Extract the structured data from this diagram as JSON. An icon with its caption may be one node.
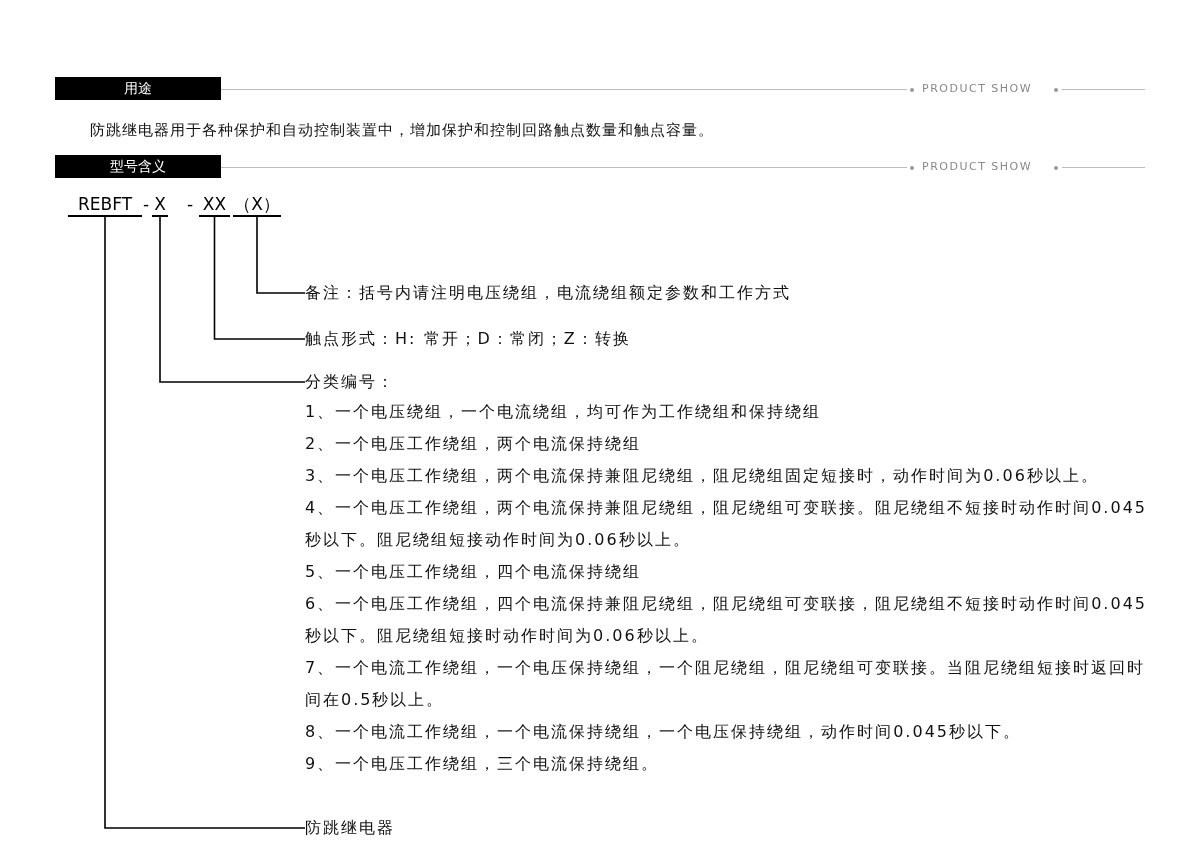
{
  "diagram": {
    "nodes": [
      {
        "text": [
          "用途"
        ]
      },
      {
        "text": [
          "型号含义"
        ]
      },
      {
        "text": [
          "REBFT"
        ]
      },
      {
        "text": [
          "X"
        ]
      },
      {
        "text": [
          "XX"
        ]
      },
      {
        "text": [
          "（X）"
        ]
      },
      {
        "text": [
          "备注：括号内请注明电压绕组，电流绕组额定参数和工作方式"
        ]
      },
      {
        "text": [
          "触点形式：H: 常开；D：常闭；Z：转换"
        ]
      },
      {
        "text": [
          "分类编号：",
          "1、一个电压绕组，一个电流绕组，均可作为工作绕组和保持绕组",
          "2、一个电压工作绕组，两个电流保持绕组",
          "3、一个电压工作绕组，两个电流保持兼阻尼绕组，阻尼绕组固定短接时，动作时间为0.06秒以上。",
          "4、一个电压工作绕组，两个电流保持兼阻尼绕组，阻尼绕组可变联接。阻尼绕组不短接时动作时间0.045秒以下。阻尼绕组短接动作时间为0.06秒以上。",
          "5、一个电压工作绕组，四个电流保持绕组",
          "6、一个电压工作绕组，四个电流保持兼阻尼绕组，阻尼绕组可变联接，阻尼绕组不短接时动作时间0.045秒以下。阻尼绕组短接时动作时间为0.06秒以上。",
          "7、一个电流工作绕组，一个电压保持绕组，一个阻尼绕组，阻尼绕组可变联接。当阻尼绕组短接时返回时间在0.5秒以上。",
          "8、一个电流工作绕组，一个电流保持绕组，一个电压保持绕组，动作时间0.045秒以下。",
          "9、一个电压工作绕组，三个电流保持绕组。"
        ]
      },
      {
        "text": [
          "防跳继电器"
        ]
      }
    ],
    "edges": [
      {
        "from": 5,
        "to": 6,
        "arrow": "none"
      },
      {
        "from": 4,
        "to": 7,
        "arrow": "none"
      },
      {
        "from": 3,
        "to": 8,
        "arrow": "none"
      },
      {
        "from": 2,
        "to": 9,
        "arrow": "none"
      }
    ],
    "labels": [
      "PRODUCT SHOW",
      "防跳继电器用于各种保护和自动控制装置中，增加保护和控制回路触点数量和触点容量。",
      "PRODUCT SHOW",
      "-",
      "-"
    ]
  }
}
